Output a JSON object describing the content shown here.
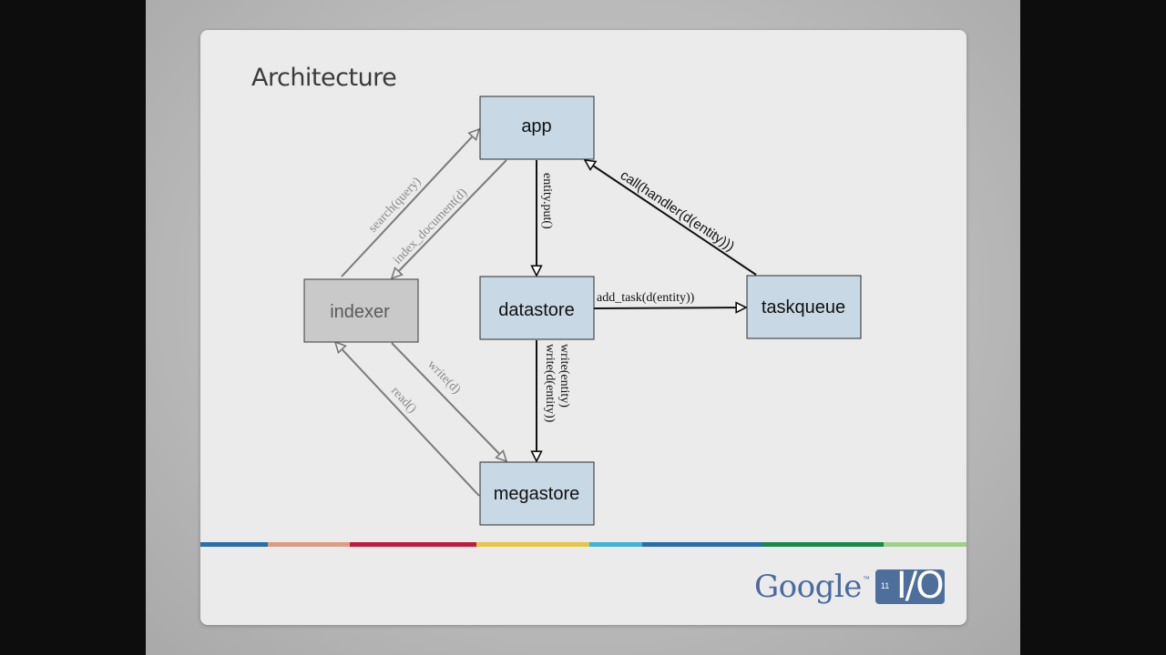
{
  "slide": {
    "title": "Architecture"
  },
  "nodes": {
    "app": "app",
    "datastore": "datastore",
    "taskqueue": "taskqueue",
    "indexer": "indexer",
    "megastore": "megastore"
  },
  "edges": {
    "entity_put": "entity.put()",
    "call_handler": "call(handler(d(entity)))",
    "add_task": "add_task(d(entity))",
    "search_query": "search(query)",
    "index_document": "index_document(d)",
    "write_entity": "write(entity)",
    "write_d_entity": "write(d(entity))",
    "write_d": "write(d)",
    "read": "read()"
  },
  "colors": {
    "node_fill": "#c8d8e4",
    "indexer_fill": "#c9c9c9",
    "dark_edge": "#111111",
    "grey_edge": "#7a7a7a",
    "bar": [
      "#2a6fab",
      "#dd9d82",
      "#c11a3d",
      "#e6c646",
      "#3db4d8",
      "#2a6fab",
      "#168a48",
      "#9fd18a"
    ]
  },
  "logo": {
    "text": "Google",
    "tm": "™",
    "number": "11",
    "io": "I/O"
  }
}
